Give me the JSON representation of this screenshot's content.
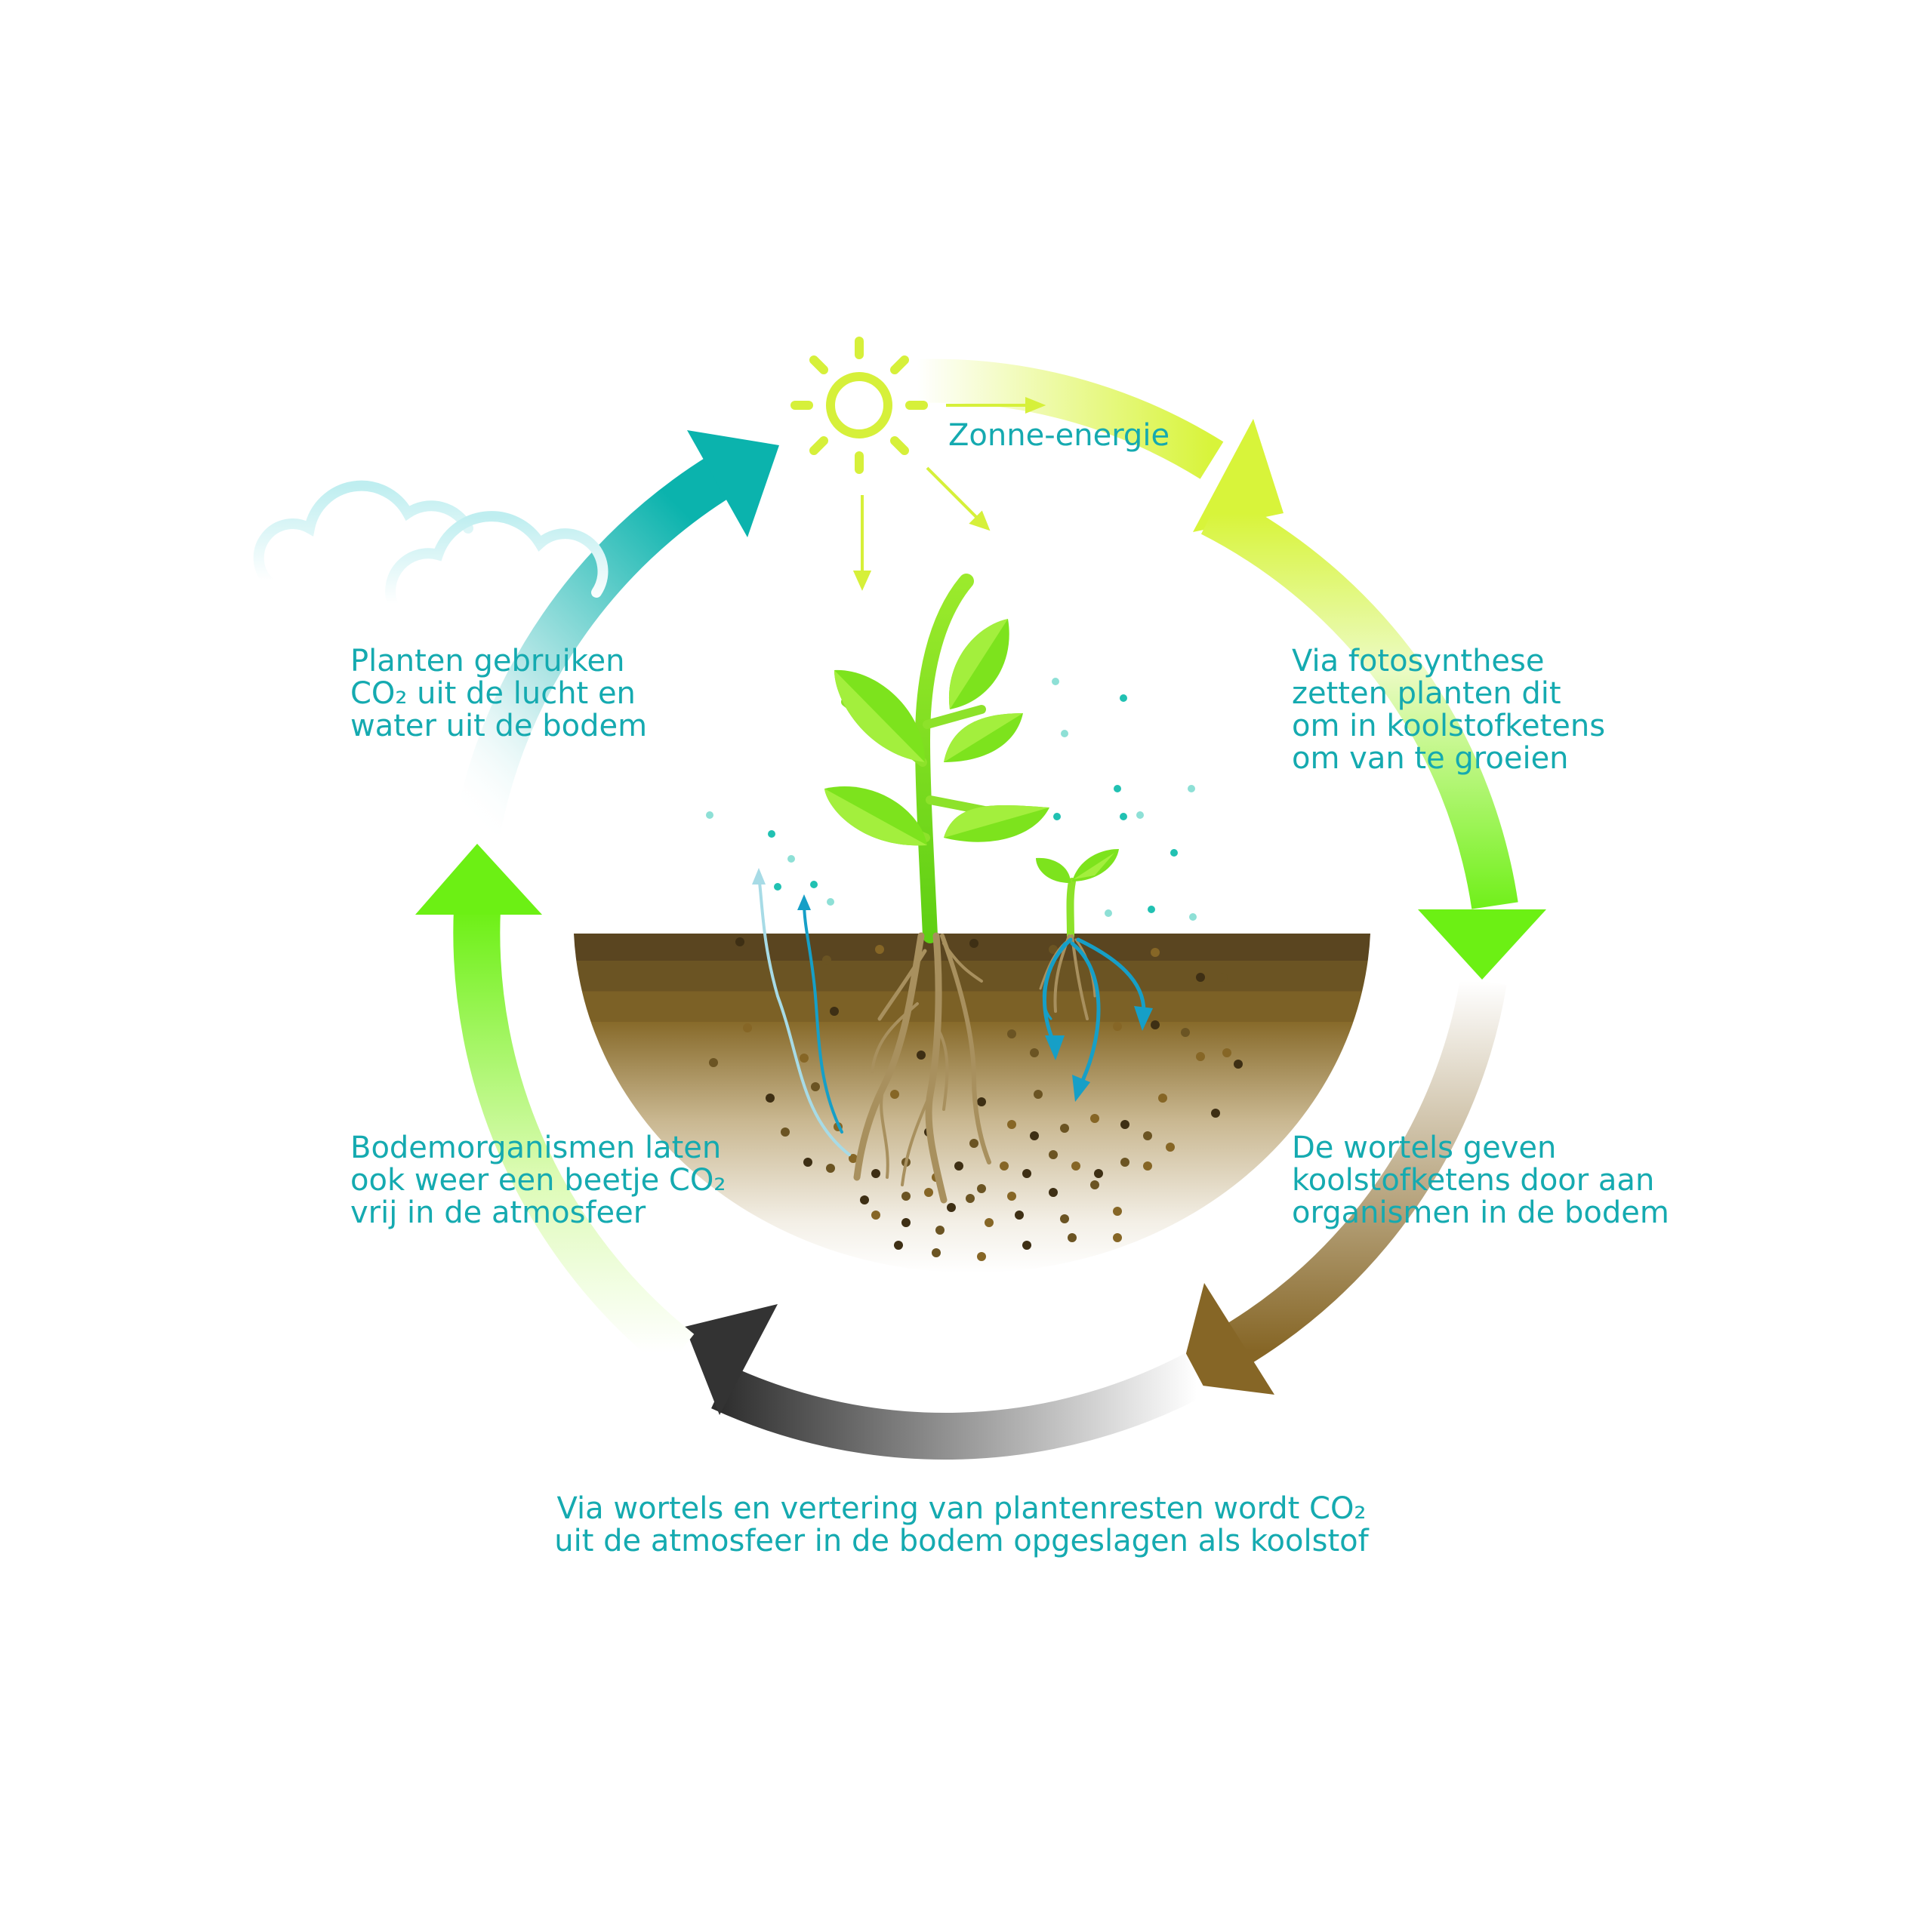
{
  "labels": {
    "sun": "Zonne-energie",
    "top_left": [
      "Planten gebruiken",
      "CO₂ uit de lucht en",
      "water uit de bodem"
    ],
    "top_right": [
      "Via fotosynthese",
      "zetten planten dit",
      "om in koolstofketens",
      "om van te groeien"
    ],
    "bottom_left": [
      "Bodemorganismen laten",
      "ook weer een beetje CO₂",
      "vrij in de atmosfeer"
    ],
    "bottom_right": [
      "De wortels geven",
      "koolstofketens door aan",
      "organismen in de bodem"
    ],
    "bottom": [
      "Via wortels en vertering van plantenresten wordt CO₂",
      "uit de atmosfeer in de bodem opgeslagen als koolstof"
    ]
  },
  "colors": {
    "text": "#15aab0",
    "sun": "#d6f03a",
    "leaf": "#7de31d",
    "soil_dark": "#5a4520",
    "soil_mid": "#866626",
    "arrow_teal": "#0bb3ad",
    "arrow_green": "#6cf014",
    "arrow_brown": "#876a26",
    "arrow_dark": "#333333",
    "water": "#169fc7"
  },
  "icons": [
    "sun-icon",
    "cloud-icon",
    "plant-icon",
    "seedling-icon",
    "soil-icon",
    "root-icon"
  ]
}
